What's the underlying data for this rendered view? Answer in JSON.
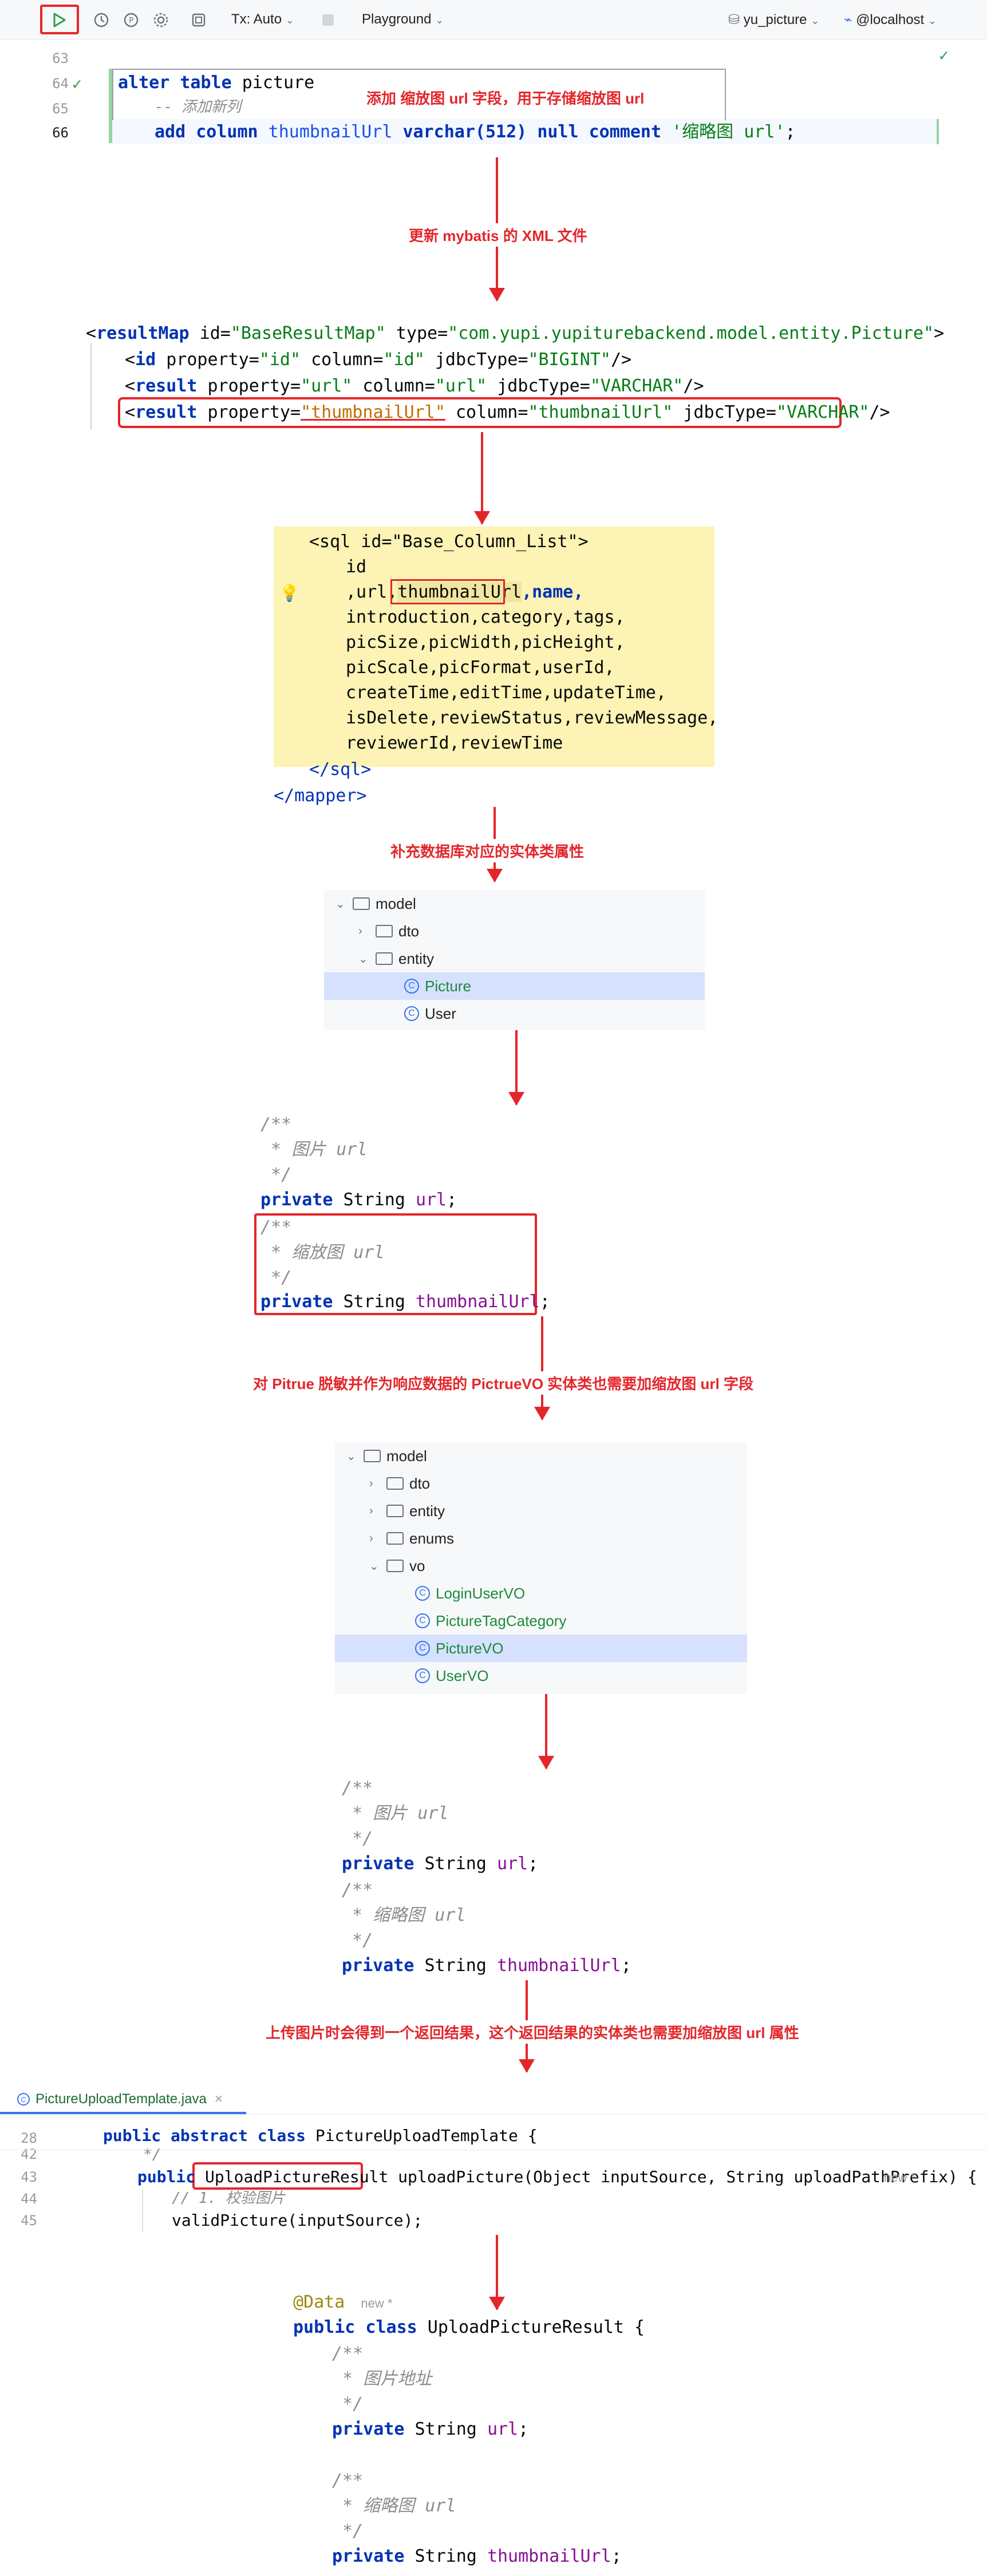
{
  "toolbar": {
    "tx_label": "Tx: Auto",
    "playground_label": "Playground",
    "schema_label": "yu_picture",
    "host_label": "@localhost"
  },
  "sql_editor": {
    "lines": [
      {
        "num": "63",
        "text": ""
      },
      {
        "num": "64",
        "text": "alter table picture"
      },
      {
        "num": "65",
        "text": "-- 添加新列"
      },
      {
        "num": "66",
        "text": "add column thumbnailUrl varchar(512) null comment '缩略图 url';"
      }
    ],
    "code": {
      "l64_kw1": "alter",
      "l64_kw2": "table",
      "l64_id": "picture",
      "l65_comment": "-- 添加新列",
      "l66_add": "add",
      "l66_column": "column",
      "l66_field": "thumbnailUrl",
      "l66_type": "varchar(512)",
      "l66_null": "null",
      "l66_comment": "comment",
      "l66_str": "'缩略图 url'",
      "l66_semi": ";"
    }
  },
  "notes": {
    "n1": "添加 缩放图 url 字段，用于存储缩放图 url",
    "n2": "更新 mybatis 的 XML 文件",
    "n3": "补充数据库对应的实体类属性",
    "n4": "对 Pitrue 脱敏并作为响应数据的 PictrueVO 实体类也需要加缩放图 url 字段",
    "n5": "上传图片时会得到一个返回结果，这个返回结果的实体类也需要加缩放图 url 属性"
  },
  "result_map": {
    "open_tag": "resultMap",
    "id_attr": "id=",
    "id_val": "\"BaseResultMap\"",
    "type_attr": "type=",
    "type_val": "\"com.yupi.yupiturebackend.model.entity.Picture\"",
    "rows": [
      {
        "tag": "id",
        "prop": "\"id\"",
        "col": "\"id\"",
        "jdbc": "\"BIGINT\""
      },
      {
        "tag": "result",
        "prop": "\"url\"",
        "col": "\"url\"",
        "jdbc": "\"VARCHAR\""
      },
      {
        "tag": "result",
        "prop": "\"thumbnailUrl\"",
        "col": "\"thumbnailUrl\"",
        "jdbc": "\"VARCHAR\""
      }
    ]
  },
  "sql_block": {
    "open": "<sql id=\"Base_Column_List\">",
    "lines": [
      "id",
      ",url,",
      "introduction,category,tags,",
      "picSize,picWidth,picHeight,",
      "picScale,picFormat,userId,",
      "createTime,editTime,updateTime,",
      "isDelete,reviewStatus,reviewMessage,",
      "reviewerId,reviewTime"
    ],
    "thumb": "thumbnailUrl",
    "name_col": ",name,",
    "close": "</sql>",
    "mapper_close": "</mapper>"
  },
  "tree1": {
    "rows": [
      "model",
      "dto",
      "entity",
      "Picture",
      "User"
    ]
  },
  "entity_code": {
    "c1": "/**",
    "c2": " * 图片 url",
    "c3": " */",
    "f1_kw": "private",
    "f1_type": "String",
    "f1_name": "url",
    "c4": "/**",
    "c5": " * 缩放图 url",
    "c6": " */",
    "f2_kw": "private",
    "f2_type": "String",
    "f2_name": "thumbnailUrl"
  },
  "tree2": {
    "rows": [
      "model",
      "dto",
      "entity",
      "enums",
      "vo",
      "LoginUserVO",
      "PictureTagCategory",
      "PictureVO",
      "UserVO"
    ]
  },
  "vo_code": {
    "c1": "/**",
    "c2": " * 图片 url",
    "c3": " */",
    "f1_kw": "private",
    "f1_type": "String",
    "f1_name": "url",
    "c4": "/**",
    "c5": " * 缩略图 url",
    "c6": " */",
    "f2_kw": "private",
    "f2_type": "String",
    "f2_name": "thumbnailUrl"
  },
  "template_editor": {
    "tab_label": "PictureUploadTemplate.java",
    "lines": [
      {
        "num": "28"
      },
      {
        "num": ""
      },
      {
        "num": "43"
      },
      {
        "num": "44"
      },
      {
        "num": "45"
      }
    ],
    "l28": "public abstract class PictureUploadTemplate {",
    "l28_kw": "public abstract class",
    "l28_rest": " PictureUploadTemplate {",
    "l42": "*/",
    "l43_kw": "public",
    "l43_box": "UploadPictureResult",
    "l43_rest": " uploadPicture(Object inputSource, String uploadPathPrefix) {",
    "l43_hint": "new *",
    "l44": "// 1. 校验图片",
    "l45": "validPicture(inputSource);"
  },
  "result_class": {
    "anno": "@Data",
    "anno_hint": "new *",
    "decl_kw": "public class",
    "decl_name": " UploadPictureResult {",
    "c1": "/**",
    "c2": " * 图片地址",
    "c3": " */",
    "f1_kw": "private",
    "f1_type": "String",
    "f1_name": "url",
    "c4": "/**",
    "c5": " * 缩略图 url",
    "c6": " */",
    "f2_kw": "private",
    "f2_type": "String",
    "f2_name": "thumbnailUrl"
  }
}
